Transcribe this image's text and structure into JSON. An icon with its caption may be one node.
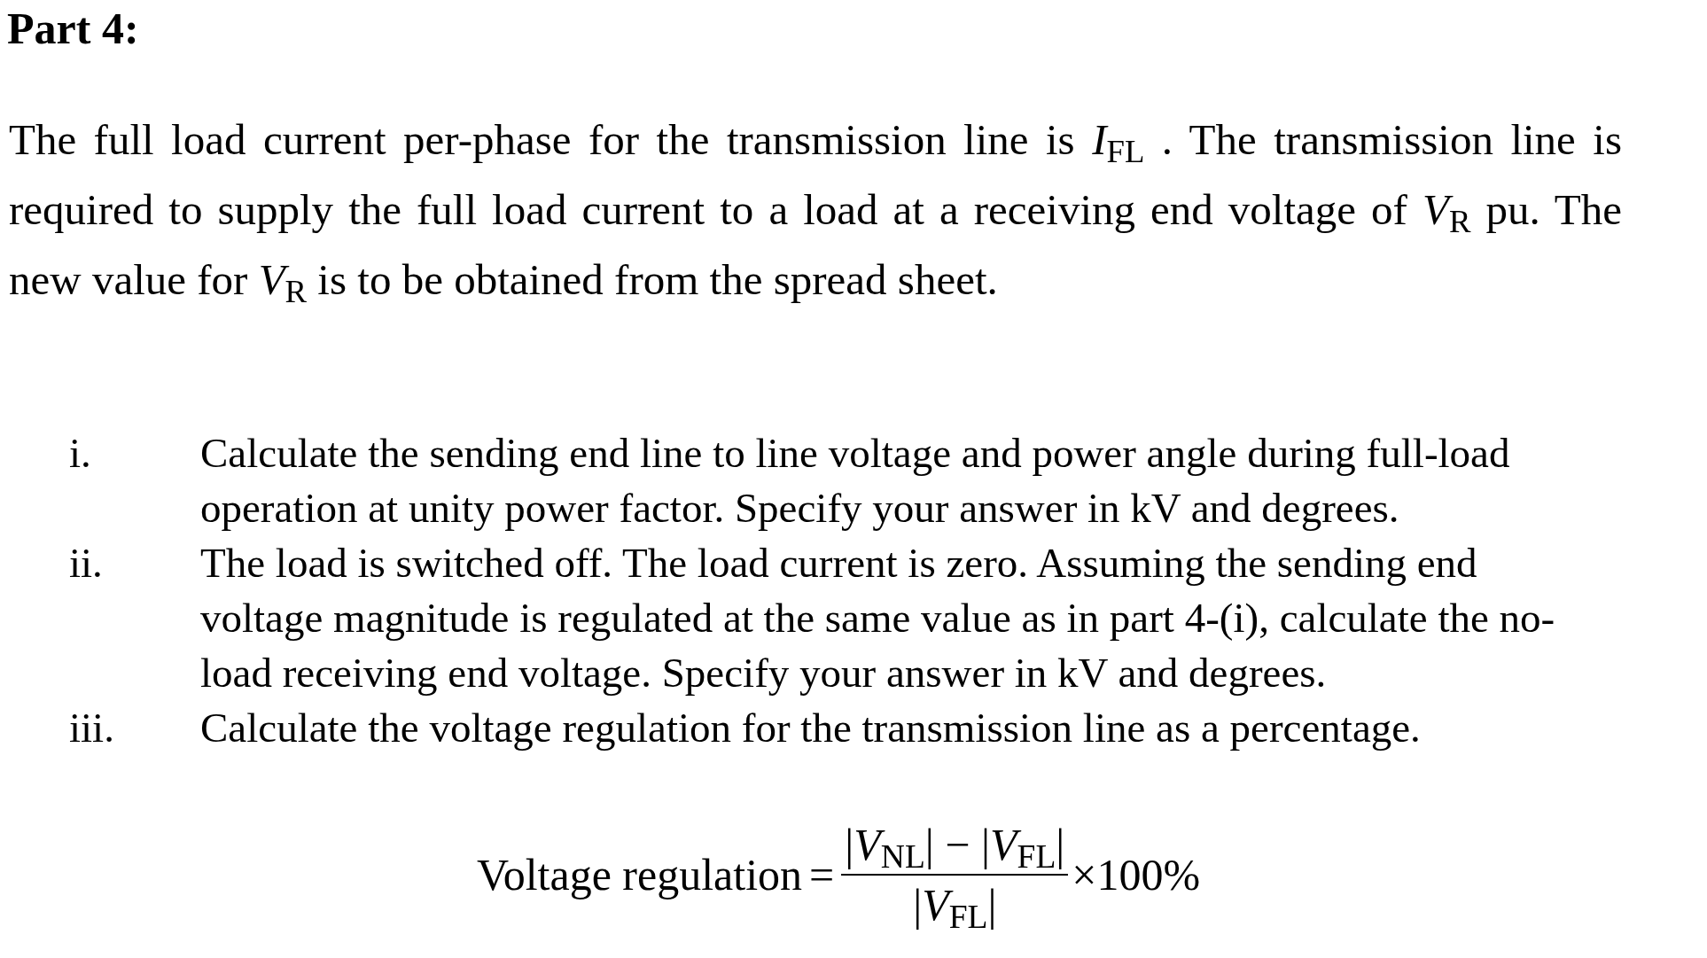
{
  "diagram": {
    "title": "Part 4:",
    "labels": [
      "The full load current per-phase for the transmission line is *I*$_{FL}$ . The transmission line is required to supply the full load current to a load at a receiving end voltage of *V*$_{R}$ pu. The new value for *V*$_{R}$ is to be obtained from the spread sheet.",
      "i.",
      "Calculate the sending end line to line voltage and power angle during full-load operation at unity power factor. Specify your answer in kV and degrees.",
      "ii.",
      "The load is switched off. The load current is zero. Assuming the sending end voltage magnitude is regulated at the same value as in part 4-(i), calculate the no-load receiving end voltage. Specify your answer in kV and degrees.",
      "iii.",
      "Calculate the voltage regulation for the transmission line as a percentage.",
      "Voltage regulation",
      "=",
      "|*V*$_{NL}$| − |*V*$_{FL}$|",
      "|*V*$_{FL}$|",
      "×100%"
    ]
  }
}
